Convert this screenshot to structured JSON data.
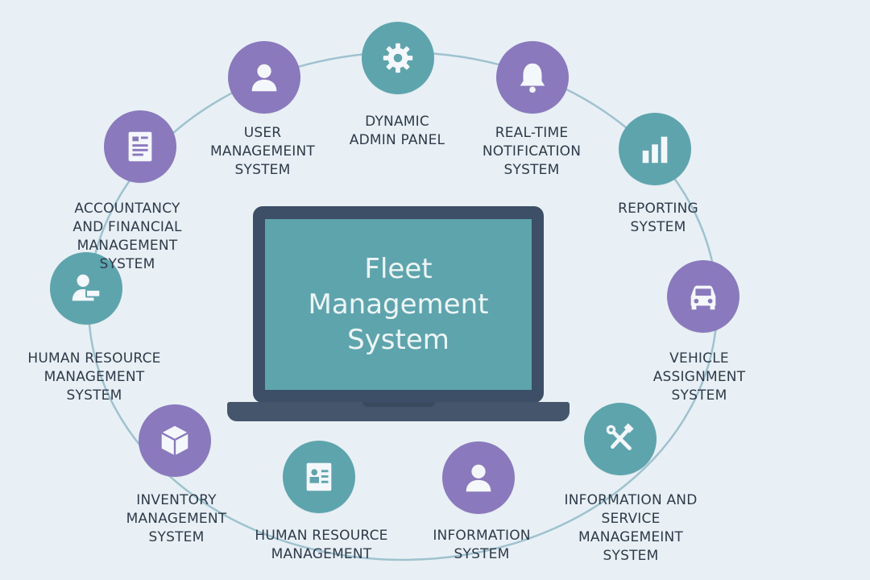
{
  "center": {
    "title": "Fleet\nManagement\nSystem"
  },
  "colors": {
    "background": "#e8f0f5",
    "purple": "#8a79bd",
    "teal": "#5ea4ad",
    "ring": "#9fc2cf",
    "text": "#2e3a4a"
  },
  "modules": [
    {
      "label": "Dynamic\nAdmin Panel",
      "icon": "gear-icon",
      "color": "teal"
    },
    {
      "label": "Real-Time\nNotification\nSystem",
      "icon": "bell-icon",
      "color": "purple"
    },
    {
      "label": "Reporting\nSystem",
      "icon": "bar-chart-icon",
      "color": "teal"
    },
    {
      "label": "Vehicle\nAssignment\nSystem",
      "icon": "car-icon",
      "color": "purple"
    },
    {
      "label": "Information and\nService\nManagemeint\nSystem",
      "icon": "tools-icon",
      "color": "teal"
    },
    {
      "label": "Information\nSystem",
      "icon": "user-icon",
      "color": "purple"
    },
    {
      "label": "Human Resource\nManagement",
      "icon": "id-card-icon",
      "color": "teal"
    },
    {
      "label": "Inventory\nManagement\nSystem",
      "icon": "box-icon",
      "color": "purple"
    },
    {
      "label": "Human Resource\nManagement\nSystem",
      "icon": "employee-icon",
      "color": "teal"
    },
    {
      "label": "Accountancy\nand Financial\nManagement\nSystem",
      "icon": "document-icon",
      "color": "purple"
    },
    {
      "label": "User\nManagemeint\nSystem",
      "icon": "user-icon",
      "color": "purple"
    }
  ]
}
